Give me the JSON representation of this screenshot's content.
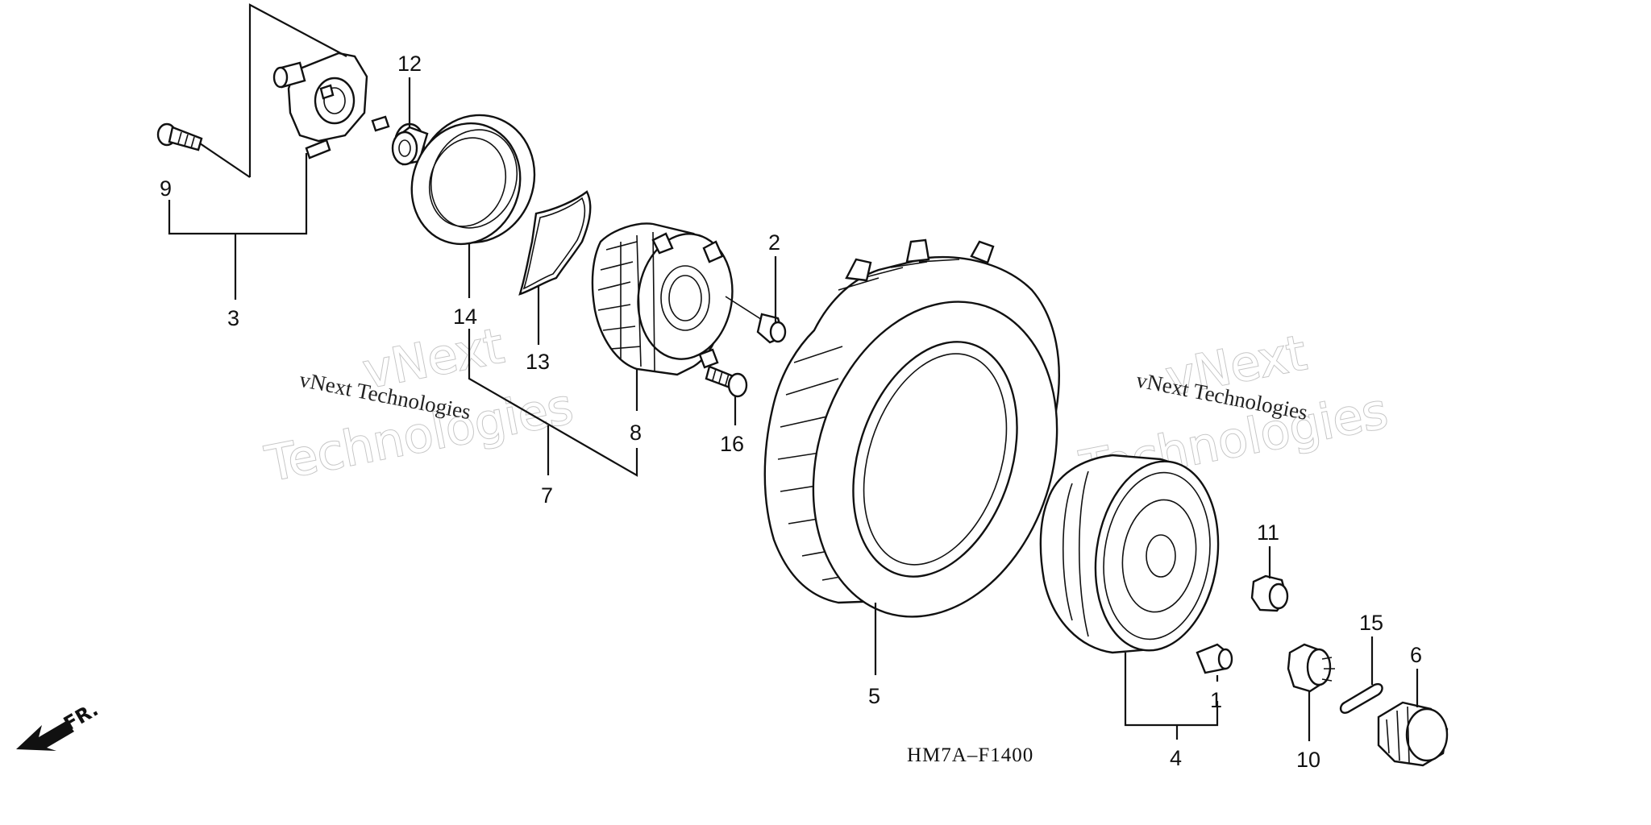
{
  "diagram": {
    "code": "HM7A–F1400",
    "front_marker": "FR.",
    "watermark_large": [
      "vNext",
      "Technologies"
    ],
    "watermark_small": "vNext Technologies",
    "callouts": [
      {
        "id": "1",
        "part": "valve-stem"
      },
      {
        "id": "2",
        "part": "bolt"
      },
      {
        "id": "3",
        "part": "hub-assembly"
      },
      {
        "id": "4",
        "part": "wheel-assembly"
      },
      {
        "id": "5",
        "part": "tire"
      },
      {
        "id": "6",
        "part": "cap"
      },
      {
        "id": "7",
        "part": "drum-assembly"
      },
      {
        "id": "8",
        "part": "brake-drum"
      },
      {
        "id": "9",
        "part": "hub-bolt"
      },
      {
        "id": "10",
        "part": "castle-nut"
      },
      {
        "id": "11",
        "part": "wheel-nut"
      },
      {
        "id": "12",
        "part": "bearing"
      },
      {
        "id": "13",
        "part": "o-ring"
      },
      {
        "id": "14",
        "part": "seal"
      },
      {
        "id": "15",
        "part": "cotter-pin"
      },
      {
        "id": "16",
        "part": "flange-bolt"
      }
    ],
    "colors": {
      "ink": "#111111",
      "watermark": "#c6c6c6",
      "background": "#ffffff"
    }
  }
}
